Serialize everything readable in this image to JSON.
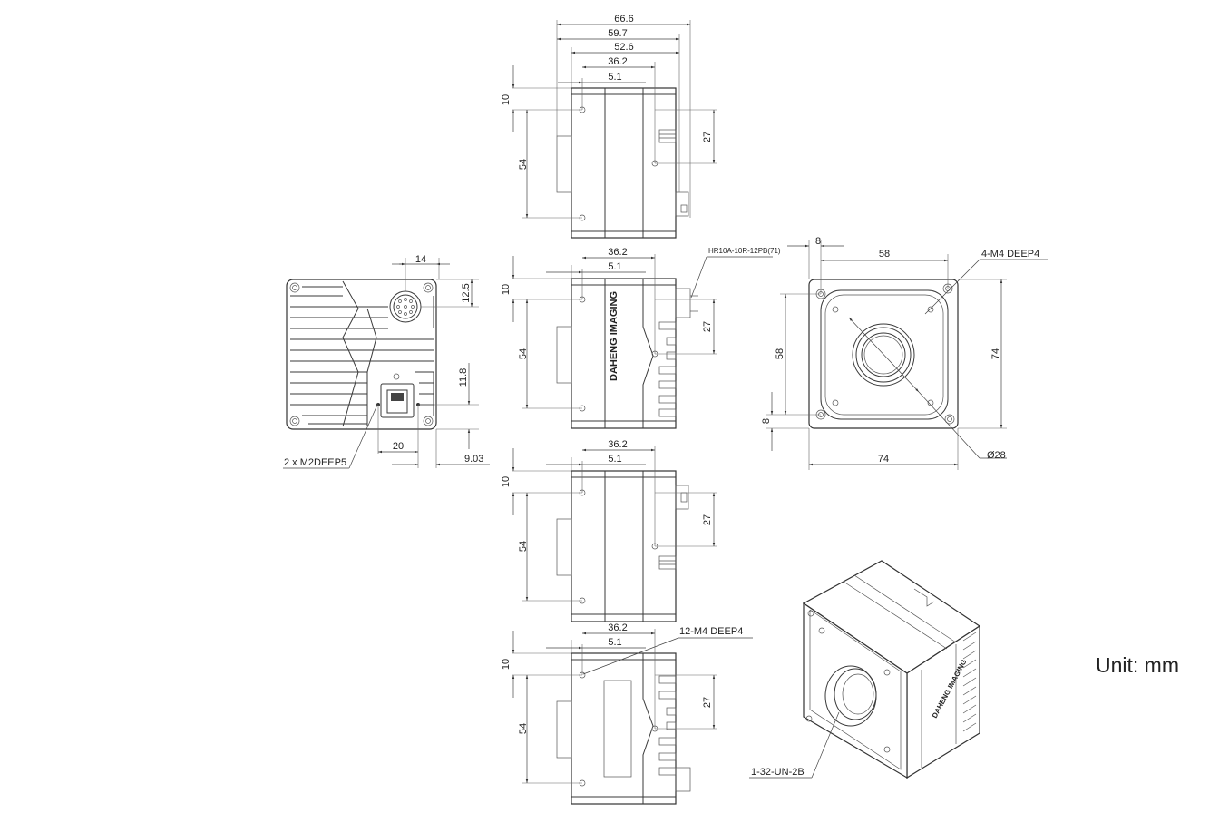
{
  "unit_label": "Unit: mm",
  "colors": {
    "line": "#333333",
    "background": "#ffffff"
  },
  "side_view_1": {
    "dims": {
      "w1": "66.6",
      "w2": "59.7",
      "w3": "52.6",
      "w4": "36.2",
      "w5": "5.1",
      "h_top": "10",
      "h_main": "54",
      "h_right": "27"
    }
  },
  "side_view_2": {
    "dims": {
      "w4": "36.2",
      "w5": "5.1",
      "h_top": "10",
      "h_main": "54",
      "h_right": "27"
    },
    "connector_label": "HR10A-10R-12PB(71)"
  },
  "side_view_3": {
    "dims": {
      "w4": "36.2",
      "w5": "5.1",
      "h_top": "10",
      "h_main": "54",
      "h_right": "27"
    }
  },
  "side_view_4": {
    "dims": {
      "w4": "36.2",
      "w5": "5.1",
      "h_top": "10",
      "h_main": "54",
      "h_right": "27"
    },
    "thread_label": "12-M4 DEEP4"
  },
  "rear_view": {
    "dims": {
      "top": "14",
      "right_top": "12.5",
      "right_mid": "11.8",
      "bottom": "20",
      "bottom_right": "9.03"
    },
    "thread_label": "2 x  M2DEEP5"
  },
  "front_view": {
    "dims": {
      "left_top": "8",
      "top": "58",
      "left": "58",
      "left_bottom": "8",
      "right": "74",
      "bottom": "74"
    },
    "thread_label": "4-M4 DEEP4",
    "diameter_label": "Ø28"
  },
  "iso_view": {
    "thread_label": "1-32-UN-2B",
    "logo_text": "DAHENG IMAGING"
  }
}
